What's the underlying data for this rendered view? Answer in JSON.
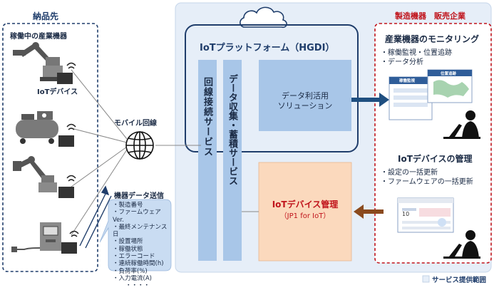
{
  "left_panel": {
    "title": "納品先",
    "subtitle": "稼働中の産業機器",
    "device_label": "IoTデバイス"
  },
  "network": {
    "label": "モバイル回線"
  },
  "data_send": {
    "title": "機器データ送信",
    "items": [
      "製造番号",
      "ファームウェア Ver.",
      "最終メンテナンス日",
      "設置場所",
      "稼働状態",
      "エラーコード",
      "連続稼働時間(h)",
      "負荷率(%)",
      "入力電流(A)",
      "・・・"
    ]
  },
  "platform": {
    "title": "IoTプラットフォーム（HGDI）",
    "line_service": "回線接続サービス",
    "data_service": "データ収集・蓄積サービス",
    "solution_line1": "データ利活用",
    "solution_line2": "ソリューション",
    "device_mgmt_title": "IoTデバイス管理",
    "device_mgmt_sub": "（JP1 for IoT）"
  },
  "right_panel": {
    "title": "製造機器　販売企業",
    "monitor_title": "産業機器のモニタリング",
    "monitor_items": [
      "稼働監視・位置追跡",
      "データ分析"
    ],
    "mgmt_title": "IoTデバイスの管理",
    "mgmt_items": [
      "設定の一括更新",
      "ファームウェアの一括更新"
    ],
    "screen_tab1": "稼働監視",
    "screen_tab2": "位置追跡",
    "screen_value": "10"
  },
  "legend": {
    "label": "サービス提供範囲"
  },
  "colors": {
    "left_border": "#1f3d6b",
    "right_border": "#c0131b",
    "service_area": "#e6eef8",
    "service_col": "#a8c6e8",
    "mgmt_box": "#fbd9bd",
    "accent_red": "#c0131b"
  }
}
